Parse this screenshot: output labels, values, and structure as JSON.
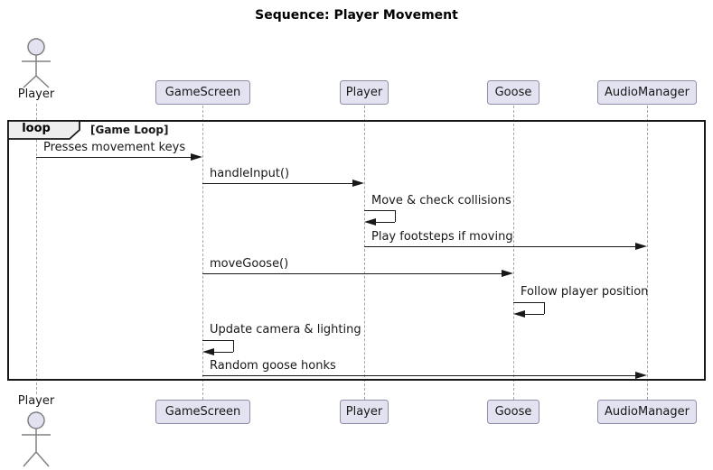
{
  "diagram": {
    "type": "sequence",
    "title": "Sequence: Player Movement"
  },
  "loop_frame": {
    "keyword": "loop",
    "condition": "[Game Loop]"
  },
  "participants": [
    {
      "name": "Player",
      "kind": "actor"
    },
    {
      "name": "GameScreen",
      "kind": "participant"
    },
    {
      "name": "Player",
      "kind": "participant"
    },
    {
      "name": "Goose",
      "kind": "participant"
    },
    {
      "name": "AudioManager",
      "kind": "participant"
    }
  ],
  "messages": [
    {
      "from": "Player",
      "to": "GameScreen",
      "label": "Presses movement keys",
      "kind": "solid-arrow"
    },
    {
      "from": "GameScreen",
      "to": "Player",
      "label": "handleInput()",
      "kind": "solid-arrow"
    },
    {
      "from": "Player",
      "to": "Player",
      "label": "Move & check collisions",
      "kind": "self-arrow"
    },
    {
      "from": "Player",
      "to": "AudioManager",
      "label": "Play footsteps if moving",
      "kind": "solid-arrow"
    },
    {
      "from": "GameScreen",
      "to": "Goose",
      "label": "moveGoose()",
      "kind": "solid-arrow"
    },
    {
      "from": "Goose",
      "to": "Goose",
      "label": "Follow player position",
      "kind": "self-arrow"
    },
    {
      "from": "GameScreen",
      "to": "GameScreen",
      "label": "Update camera & lighting",
      "kind": "self-arrow"
    },
    {
      "from": "GameScreen",
      "to": "AudioManager",
      "label": "Random goose honks",
      "kind": "solid-arrow"
    }
  ],
  "icons": {
    "actor": "stick-figure",
    "arrowhead": "filled-triangle"
  },
  "colors": {
    "background": "#FFFFFF",
    "participant_fill": "#E2E2F0",
    "participant_border": "#8E8EA8",
    "lifeline": "#A5A5A5",
    "frame_border": "#181818",
    "loop_tab_fill": "#EEEEEE",
    "arrow": "#181818",
    "text": "#181818"
  }
}
